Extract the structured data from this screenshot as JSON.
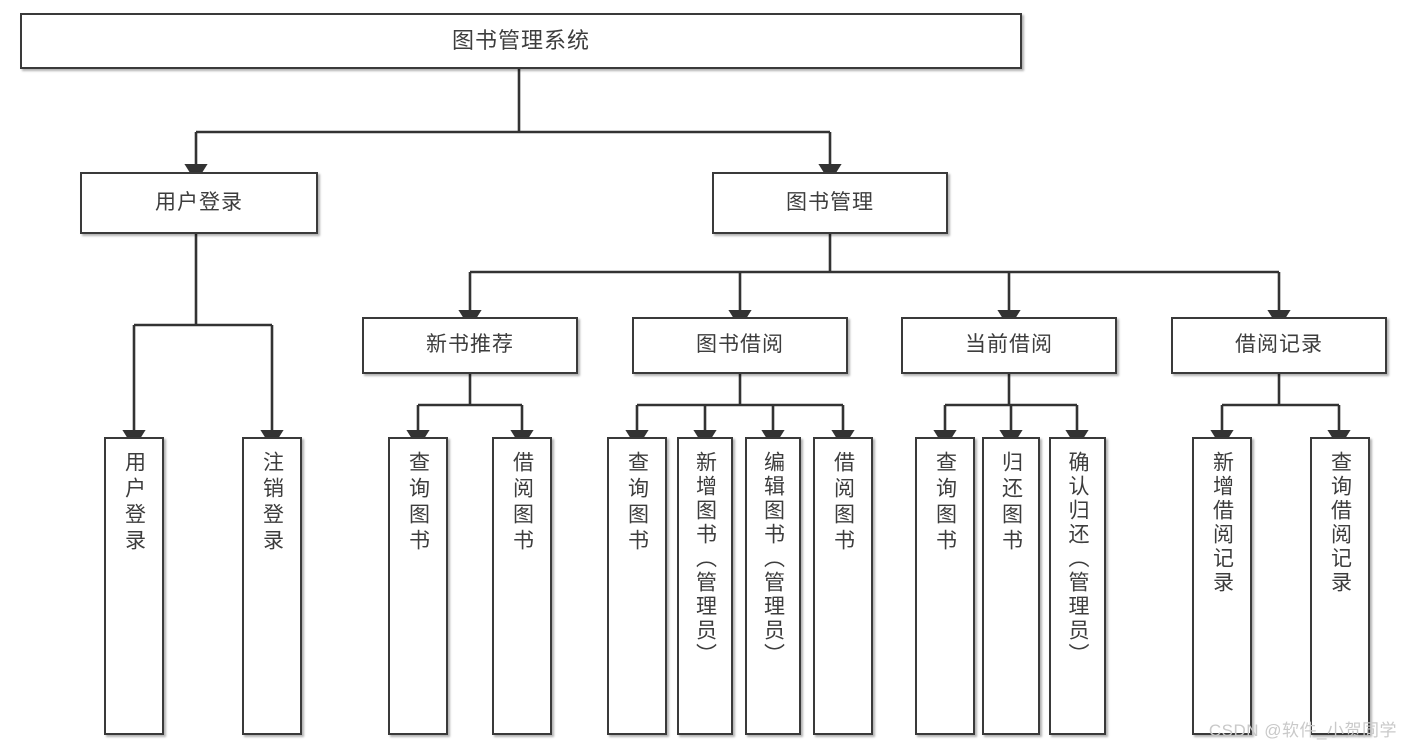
{
  "diagram": {
    "title": "图书管理系统",
    "watermark": "CSDN @软件_小贺同学",
    "colors": {
      "box_border": "#3a3a3a",
      "box_fill": "#ffffff",
      "connector": "#333333",
      "text": "#3d3d3d",
      "watermark": "#c9c9c9"
    },
    "root": {
      "label": "图书管理系统"
    },
    "level2": [
      {
        "label": "用户登录"
      },
      {
        "label": "图书管理"
      }
    ],
    "level3": [
      {
        "label": "新书推荐"
      },
      {
        "label": "图书借阅"
      },
      {
        "label": "当前借阅"
      },
      {
        "label": "借阅记录"
      }
    ],
    "leaves": {
      "user_login": [
        {
          "label": "用户登录"
        },
        {
          "label": "注销登录"
        }
      ],
      "new_book": [
        {
          "label": "查询图书"
        },
        {
          "label": "借阅图书"
        }
      ],
      "book_borrow": [
        {
          "label": "查询图书"
        },
        {
          "label": "新增图书（管理员）"
        },
        {
          "label": "编辑图书（管理员）"
        },
        {
          "label": "借阅图书"
        }
      ],
      "current_borrow": [
        {
          "label": "查询图书"
        },
        {
          "label": "归还图书"
        },
        {
          "label": "确认归还（管理员）"
        }
      ],
      "borrow_record": [
        {
          "label": "新增借阅记录"
        },
        {
          "label": "查询借阅记录"
        }
      ]
    }
  }
}
